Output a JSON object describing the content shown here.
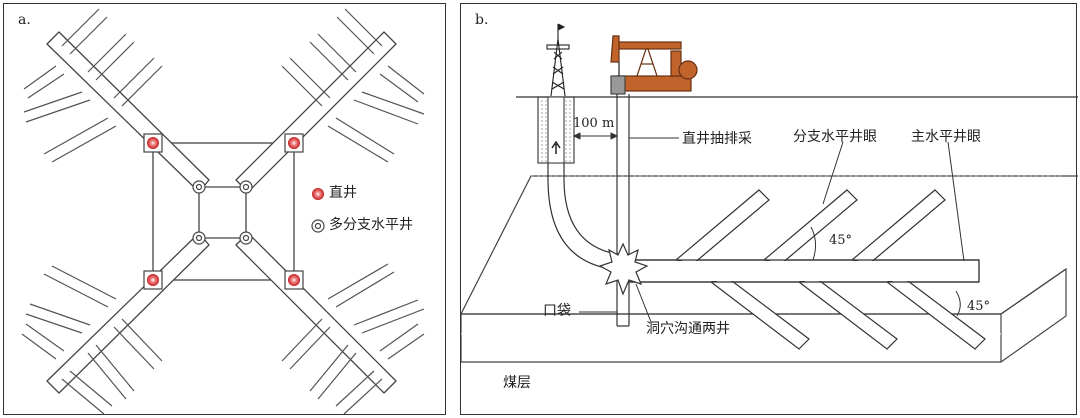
{
  "panel_a": {
    "label": "a.",
    "legend": [
      {
        "symbol": "vertical-well",
        "text": "直井"
      },
      {
        "symbol": "multilateral-well",
        "text": "多分支水平井"
      }
    ]
  },
  "panel_b": {
    "label": "b.",
    "spacing": "100 m",
    "pump_label": "直井抽排采",
    "branch_label": "分支水平井眼",
    "main_label": "主水平井眼",
    "angle_1": "45°",
    "angle_2": "45°",
    "pocket_label": "口袋",
    "cavity_label": "洞穴沟通两井",
    "seam_label": "煤层"
  },
  "colors": {
    "well_red": "#d42a2a",
    "line": "#333333",
    "pump_orange": "#c0642c"
  }
}
